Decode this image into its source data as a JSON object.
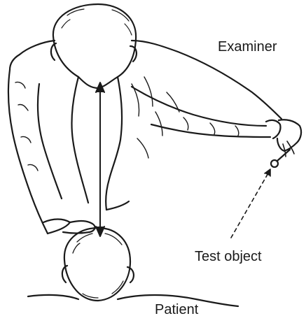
{
  "labels": {
    "examiner": "Examiner",
    "test_object": "Test object",
    "patient": "Patient"
  },
  "colors": {
    "ink": "#1a1a1a",
    "background": "#ffffff"
  }
}
